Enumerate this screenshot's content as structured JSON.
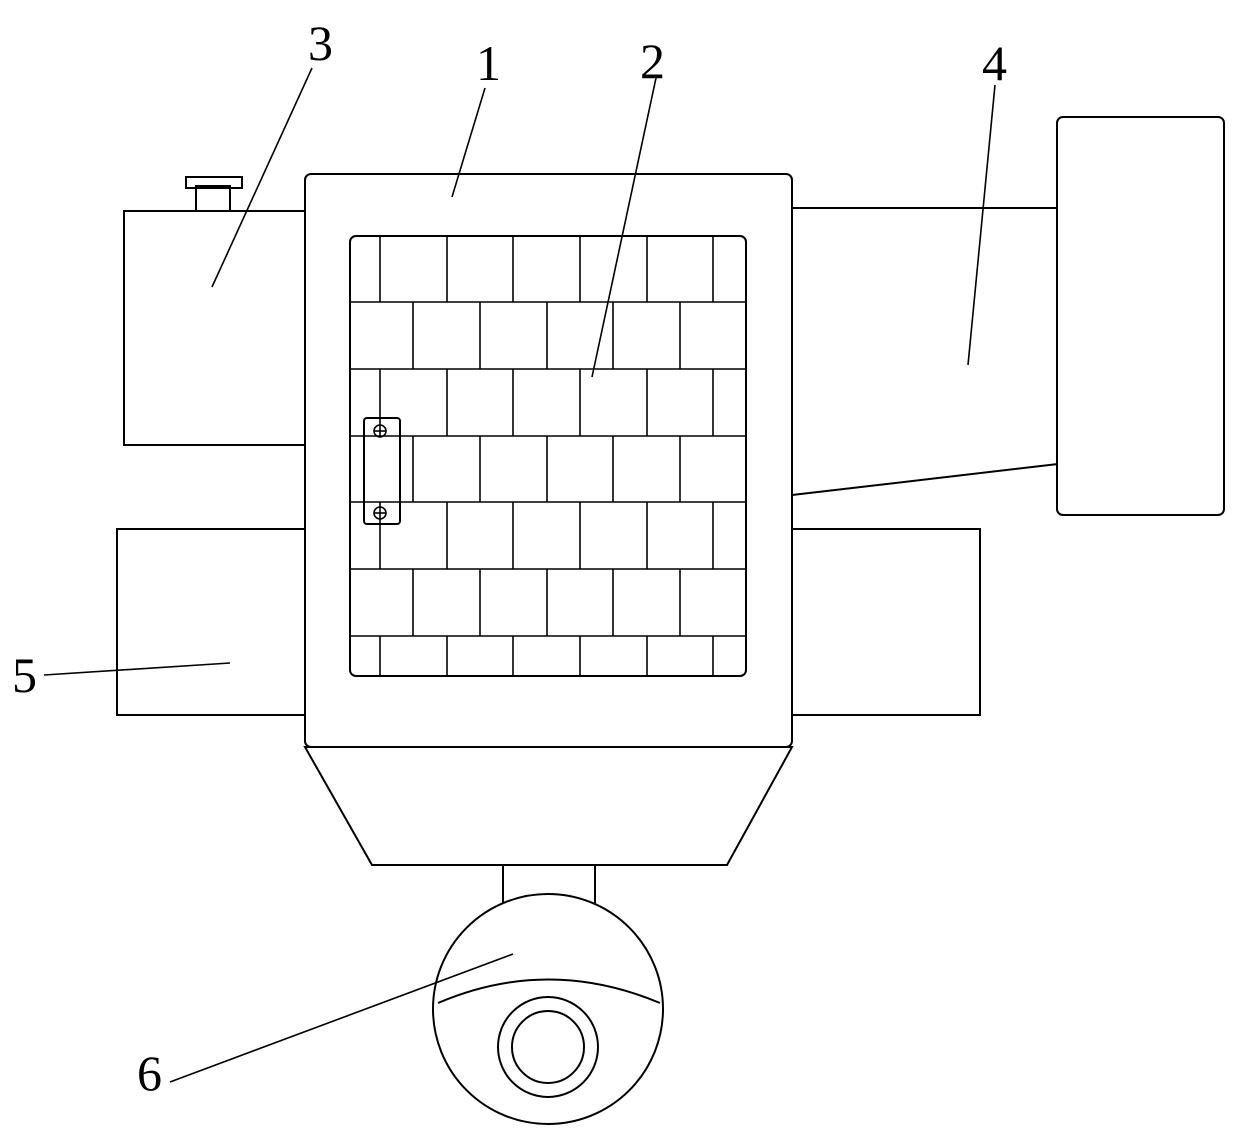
{
  "labels": {
    "housing": "1",
    "grid": "2",
    "left_upper_box": "3",
    "right_cylinder": "4",
    "lower_beam": "5",
    "camera": "6"
  },
  "colors": {
    "line": "#000000",
    "background": "#ffffff"
  }
}
